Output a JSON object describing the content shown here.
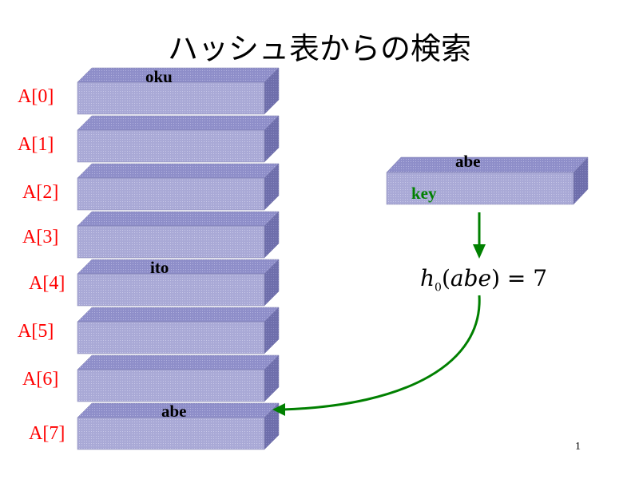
{
  "title": "ハッシュ表からの検索",
  "slots": [
    {
      "label": "A[0]",
      "content": "oku"
    },
    {
      "label": "A[1]",
      "content": ""
    },
    {
      "label": "A[2]",
      "content": ""
    },
    {
      "label": "A[3]",
      "content": ""
    },
    {
      "label": "A[4]",
      "content": "ito"
    },
    {
      "label": "A[5]",
      "content": ""
    },
    {
      "label": "A[6]",
      "content": ""
    },
    {
      "label": "A[7]",
      "content": "abe"
    }
  ],
  "key_box": {
    "value": "abe",
    "label": "key"
  },
  "formula": {
    "func": "h",
    "subscript": "0",
    "arg": "abe",
    "result": "7"
  },
  "page_number": "1",
  "colors": {
    "label": "#ff0000",
    "box_face": "#a9a9d6",
    "box_top": "#8c8cc8",
    "box_side": "#6a6aa8",
    "arrow": "#008000"
  }
}
